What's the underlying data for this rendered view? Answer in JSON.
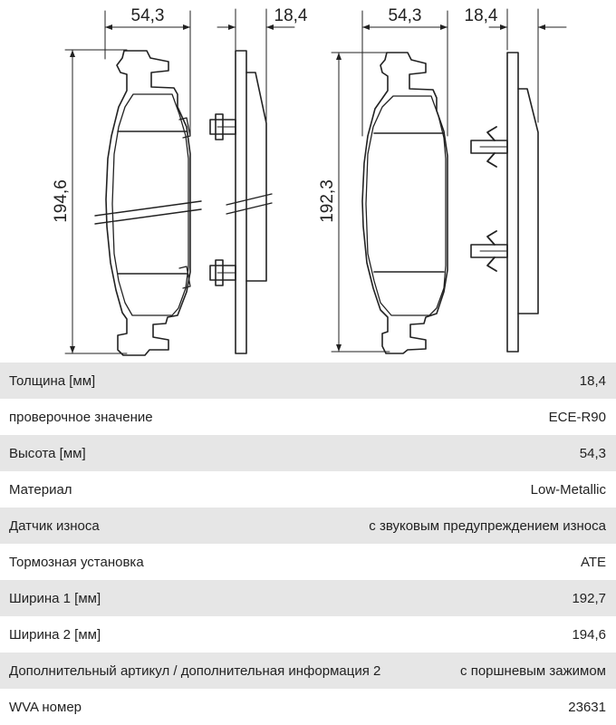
{
  "drawing": {
    "left_view": {
      "width_label": "54,3",
      "thickness_label": "18,4",
      "height_label": "194,6"
    },
    "right_view": {
      "width_label": "54,3",
      "thickness_label": "18,4",
      "height_label": "192,3"
    }
  },
  "specs": [
    {
      "label": "Толщина [мм]",
      "value": "18,4"
    },
    {
      "label": "проверочное значение",
      "value": "ECE-R90"
    },
    {
      "label": "Высота [мм]",
      "value": "54,3"
    },
    {
      "label": "Материал",
      "value": "Low-Metallic"
    },
    {
      "label": "Датчик износа",
      "value": "с звуковым предупреждением износа"
    },
    {
      "label": "Тормозная установка",
      "value": "ATE"
    },
    {
      "label": "Ширина 1 [мм]",
      "value": "192,7"
    },
    {
      "label": "Ширина 2 [мм]",
      "value": "194,6"
    },
    {
      "label": "Дополнительный артикул / дополнительная информация 2",
      "value": "с поршневым зажимом"
    },
    {
      "label": "WVA номер",
      "value": "23631"
    }
  ]
}
